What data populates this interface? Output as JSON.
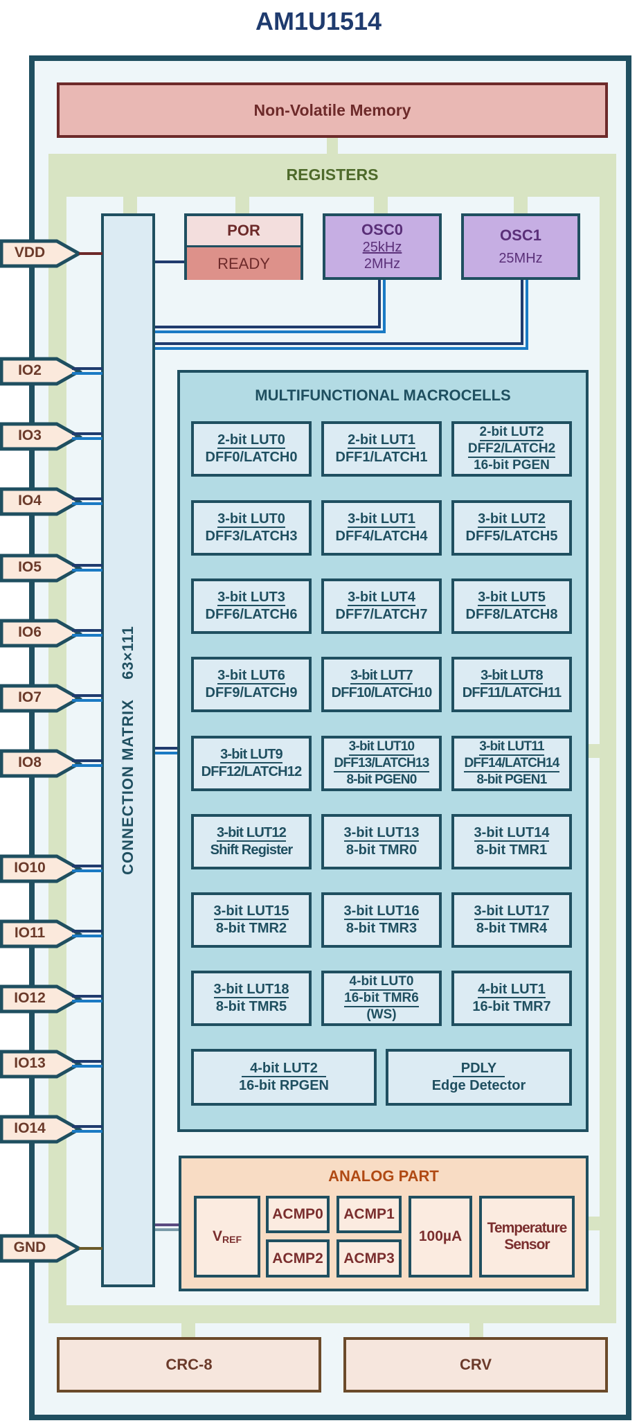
{
  "title": "AM1U1514",
  "nvm": "Non-Volatile Memory",
  "registers": "REGISTERS",
  "matrix": {
    "label": "CONNECTION MATRIX",
    "size": "63×111"
  },
  "por": {
    "top": "POR",
    "bottom": "READY"
  },
  "osc0": {
    "name": "OSC0",
    "freq1": "25kHz",
    "freq2": "2MHz"
  },
  "osc1": {
    "name": "OSC1",
    "freq": "25MHz"
  },
  "macrocells": {
    "title": "MULTIFUNCTIONAL MACROCELLS",
    "cells": [
      {
        "lines": [
          "2-bit LUT0",
          "DFF0/LATCH0"
        ]
      },
      {
        "lines": [
          "2-bit LUT1",
          "DFF1/LATCH1"
        ]
      },
      {
        "lines": [
          "2-bit LUT2",
          "DFF2/LATCH2",
          "16-bit PGEN"
        ]
      },
      {
        "lines": [
          "3-bit LUT0",
          "DFF3/LATCH3"
        ]
      },
      {
        "lines": [
          "3-bit LUT1",
          "DFF4/LATCH4"
        ]
      },
      {
        "lines": [
          "3-bit LUT2",
          "DFF5/LATCH5"
        ]
      },
      {
        "lines": [
          "3-bit LUT3",
          "DFF6/LATCH6"
        ]
      },
      {
        "lines": [
          "3-bit LUT4",
          "DFF7/LATCH7"
        ]
      },
      {
        "lines": [
          "3-bit LUT5",
          "DFF8/LATCH8"
        ]
      },
      {
        "lines": [
          "3-bit LUT6",
          "DFF9/LATCH9"
        ]
      },
      {
        "lines": [
          "3-bit LUT7",
          "DFF10/LATCH10"
        ]
      },
      {
        "lines": [
          "3-bit LUT8",
          "DFF11/LATCH11"
        ]
      },
      {
        "lines": [
          "3-bit LUT9",
          "DFF12/LATCH12"
        ]
      },
      {
        "lines": [
          "3-bit LUT10",
          "DFF13/LATCH13",
          "8-bit PGEN0"
        ]
      },
      {
        "lines": [
          "3-bit LUT11",
          "DFF14/LATCH14",
          "8-bit PGEN1"
        ]
      },
      {
        "lines": [
          "3-bit LUT12",
          "Shift Register"
        ]
      },
      {
        "lines": [
          "3-bit LUT13",
          "8-bit TMR0"
        ]
      },
      {
        "lines": [
          "3-bit LUT14",
          "8-bit TMR1"
        ]
      },
      {
        "lines": [
          "3-bit LUT15",
          "8-bit TMR2"
        ]
      },
      {
        "lines": [
          "3-bit LUT16",
          "8-bit TMR3"
        ]
      },
      {
        "lines": [
          "3-bit LUT17",
          "8-bit TMR4"
        ]
      },
      {
        "lines": [
          "3-bit LUT18",
          "8-bit TMR5"
        ]
      },
      {
        "lines": [
          "4-bit LUT0",
          "16-bit TMR6",
          "(WS)"
        ]
      },
      {
        "lines": [
          "4-bit LUT1",
          "16-bit TMR7"
        ]
      }
    ],
    "wide_cells": [
      {
        "lines": [
          "4-bit LUT2",
          "16-bit RPGEN"
        ]
      },
      {
        "lines": [
          "PDLY",
          "Edge Detector"
        ]
      }
    ]
  },
  "analog": {
    "title": "ANALOG PART",
    "vref": {
      "main": "V",
      "sub": "REF"
    },
    "acmp": [
      "ACMP0",
      "ACMP1",
      "ACMP2",
      "ACMP3"
    ],
    "current": "100µA",
    "temp": [
      "Temperature",
      "Sensor"
    ]
  },
  "crc": "CRC-8",
  "crv": "CRV",
  "pins": [
    "VDD",
    "IO2",
    "IO3",
    "IO4",
    "IO5",
    "IO6",
    "IO7",
    "IO8",
    "IO10",
    "IO11",
    "IO12",
    "IO13",
    "IO14",
    "GND"
  ]
}
